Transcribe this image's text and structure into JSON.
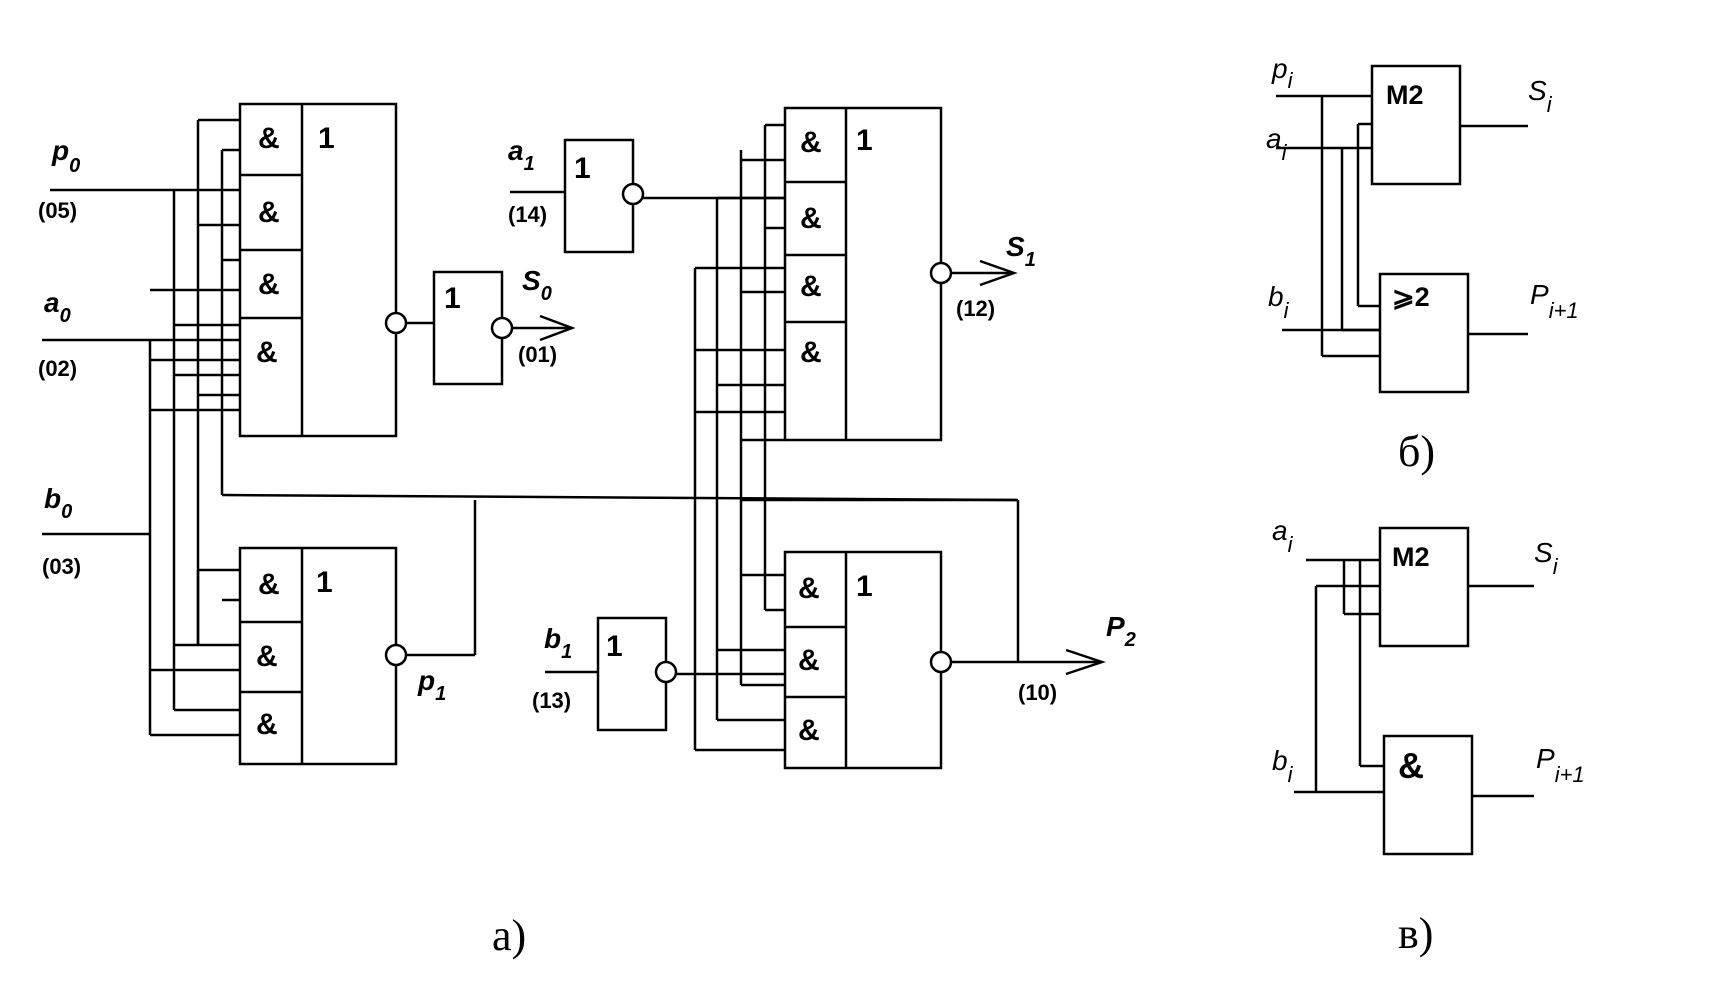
{
  "diagram_a": {
    "caption": "а)",
    "inputs": {
      "p0": {
        "letter": "p",
        "sub": "0",
        "pin": "(05)"
      },
      "a0": {
        "letter": "a",
        "sub": "0",
        "pin": "(02)"
      },
      "b0": {
        "letter": "b",
        "sub": "0",
        "pin": "(03)"
      },
      "a1": {
        "letter": "a",
        "sub": "1",
        "pin": "(14)"
      },
      "b1": {
        "letter": "b",
        "sub": "1",
        "pin": "(13)"
      }
    },
    "outputs": {
      "s0": {
        "letter": "S",
        "sub": "0",
        "pin": "(01)"
      },
      "p1": {
        "letter": "p",
        "sub": "1"
      },
      "s1": {
        "letter": "S",
        "sub": "1",
        "pin": "(12)"
      },
      "p2": {
        "letter": "P",
        "sub": "2",
        "pin": "(10)"
      }
    },
    "and_symbol": "&",
    "or_symbol": "1",
    "inverter_symbol": "1"
  },
  "diagram_b": {
    "caption": "б)",
    "inputs": {
      "pi": {
        "letter": "p",
        "sub": "i"
      },
      "ai": {
        "letter": "a",
        "sub": "i"
      },
      "bi": {
        "letter": "b",
        "sub": "i"
      }
    },
    "outputs": {
      "si": {
        "letter": "S",
        "sub": "i"
      },
      "pi1": {
        "letter": "P",
        "sub": "i+1"
      }
    },
    "xor_symbol": "M2",
    "threshold_symbol": "⩾2"
  },
  "diagram_v": {
    "caption": "в)",
    "inputs": {
      "ai": {
        "letter": "a",
        "sub": "i"
      },
      "bi": {
        "letter": "b",
        "sub": "i"
      }
    },
    "outputs": {
      "si": {
        "letter": "S",
        "sub": "i"
      },
      "pi1": {
        "letter": "P",
        "sub": "i+1"
      }
    },
    "xor_symbol": "M2",
    "and_symbol": "&"
  }
}
